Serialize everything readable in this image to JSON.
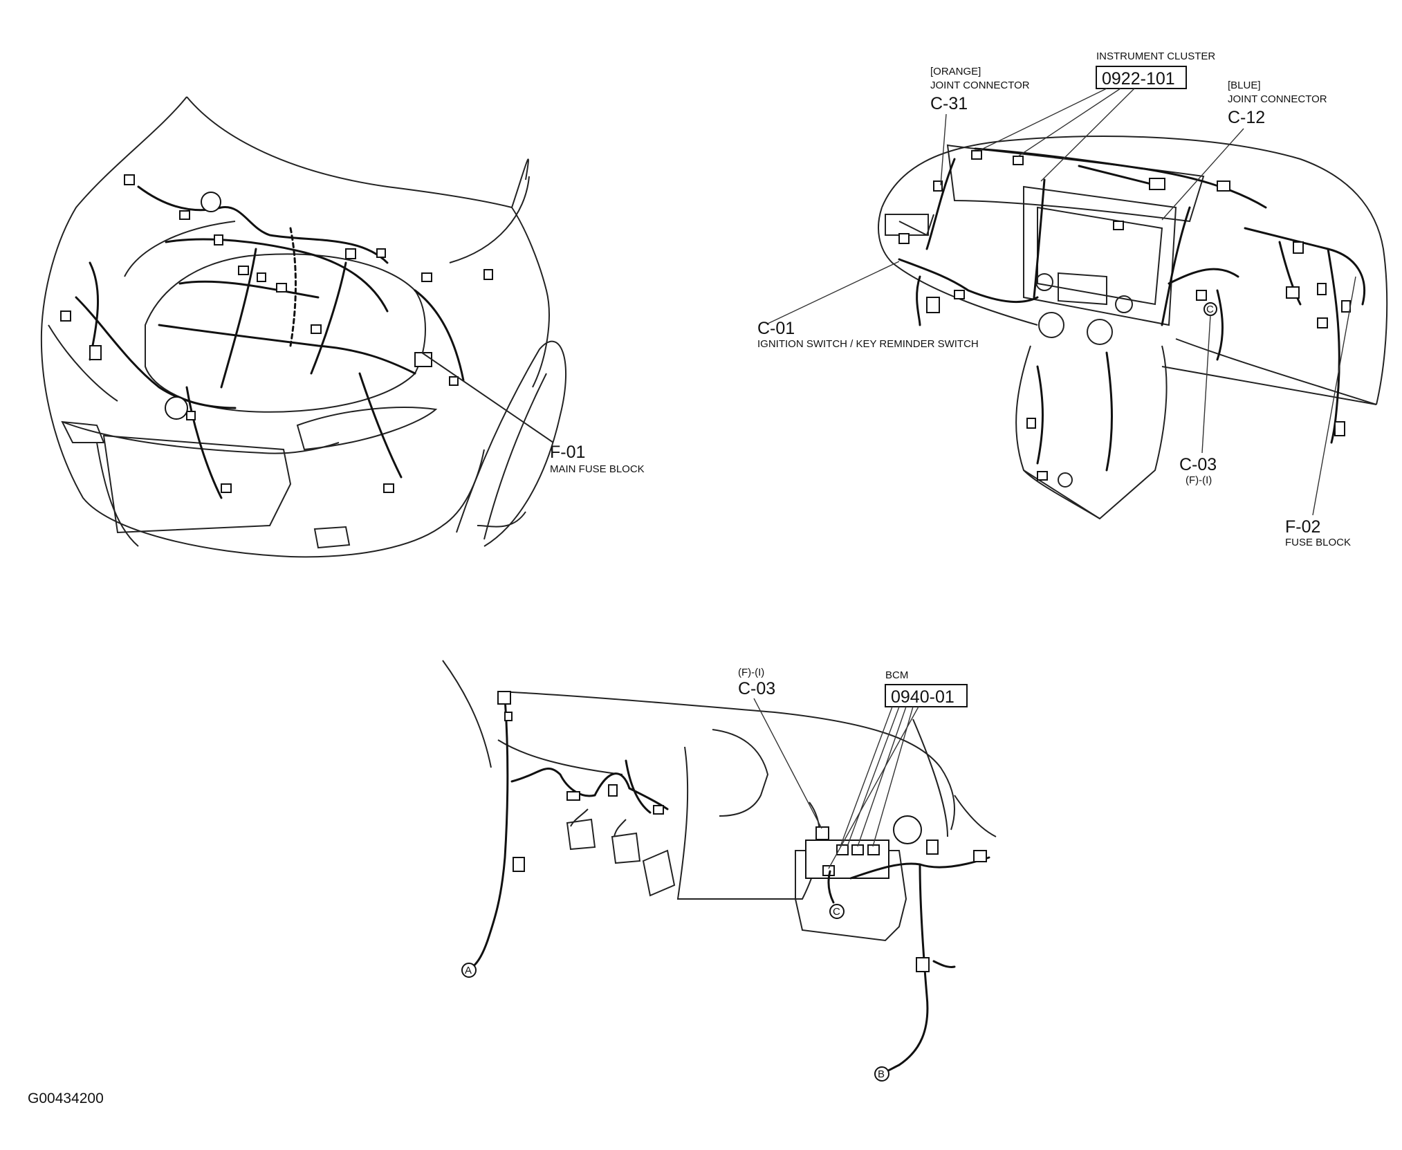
{
  "engine_bay": {
    "f01_code": "F-01",
    "f01_desc": "MAIN FUSE BLOCK"
  },
  "dashboard": {
    "cluster_title": "INSTRUMENT CLUSTER",
    "cluster_code": "0922-101",
    "c31_color": "[ORANGE]",
    "c31_title": "JOINT CONNECTOR",
    "c31_code": "C-31",
    "c12_color": "[BLUE]",
    "c12_title": "JOINT CONNECTOR",
    "c12_code": "C-12",
    "c01_code": "C-01",
    "c01_desc": "IGNITION SWITCH / KEY REMINDER SWITCH",
    "c03_code": "C-03",
    "c03_sub": "(F)-(I)",
    "f02_code": "F-02",
    "f02_desc": "FUSE BLOCK",
    "marker_c": "C"
  },
  "interior": {
    "bcm_title": "BCM",
    "bcm_code": "0940-01",
    "c03_sub": "(F)-(I)",
    "c03_code": "C-03",
    "marker_a": "A",
    "marker_b": "B",
    "marker_c": "C"
  },
  "figure_id": "G00434200"
}
